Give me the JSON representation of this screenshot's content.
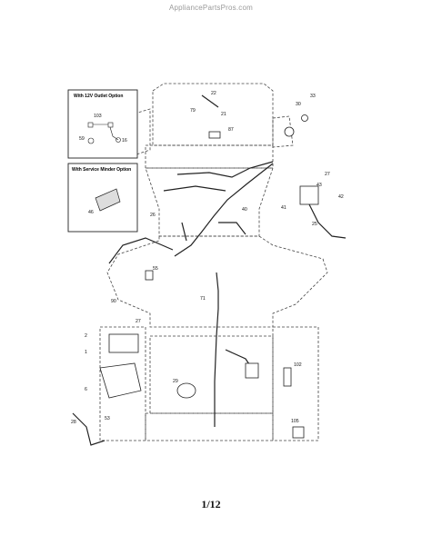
{
  "watermark": "AppliancePartsPros.com",
  "page_number": "1/12",
  "inset_boxes": {
    "outlet_title": "With 12V Outlet Option",
    "minder_title": "With Service Minder Option"
  },
  "callouts": {
    "c22": "22",
    "c21": "21",
    "c79": "79",
    "c87": "87",
    "c33": "33",
    "c30": "30",
    "c103": "103",
    "c59": "59",
    "c16": "16",
    "c46": "46",
    "c27a": "27",
    "c43": "43",
    "c42": "42",
    "c41": "41",
    "c25": "25",
    "c40": "40",
    "c26": "26",
    "c55": "55",
    "c71": "71",
    "c90": "90",
    "c2": "2",
    "c27b": "27",
    "c1": "1",
    "c6": "6",
    "c29": "29",
    "c102": "102",
    "c28": "28",
    "c53": "53",
    "c105": "105"
  }
}
